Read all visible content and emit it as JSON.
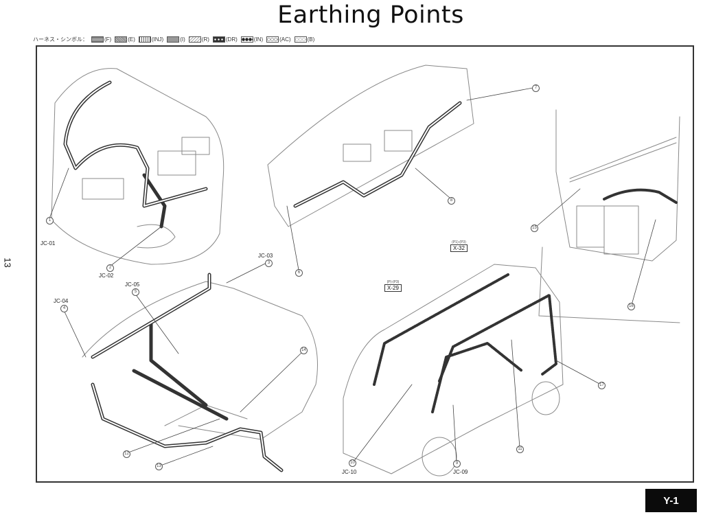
{
  "title": "Earthing Points",
  "page_number": "13",
  "page_badge": "Y-1",
  "legend": {
    "label": "ハーネス・シンボル：",
    "items": [
      {
        "code": "(F)",
        "style": "f"
      },
      {
        "code": "(E)",
        "style": "e"
      },
      {
        "code": "(INJ)",
        "style": "inj"
      },
      {
        "code": "(I)",
        "style": "i"
      },
      {
        "code": "(R)",
        "style": "r"
      },
      {
        "code": "(DR)",
        "style": "dr"
      },
      {
        "code": "(IN)",
        "style": "in"
      },
      {
        "code": "(AC)",
        "style": "ac"
      },
      {
        "code": "(B)",
        "style": "b"
      }
    ]
  },
  "callouts": {
    "c1": {
      "num": "1",
      "label": "JC-01"
    },
    "c2": {
      "num": "2",
      "label": "JC-02"
    },
    "c3": {
      "num": "3",
      "label": "JC-03"
    },
    "c4": {
      "num": "4",
      "label": "JC-04"
    },
    "c5": {
      "num": "5",
      "label": "JC-05"
    },
    "c6": {
      "num": "6"
    },
    "c7": {
      "num": "7"
    },
    "c8": {
      "num": "8"
    },
    "c9": {
      "num": "9",
      "label": "JC-09"
    },
    "c10": {
      "num": "10",
      "label": "JC-10"
    },
    "c11": {
      "num": "11"
    },
    "c12": {
      "num": "12"
    },
    "c13": {
      "num": "13"
    },
    "c14": {
      "num": "14"
    },
    "c15": {
      "num": "15"
    },
    "c16": {
      "num": "16"
    },
    "c17": {
      "num": "17"
    }
  },
  "connectors": {
    "x32": {
      "code": "X-32",
      "pins": "(P1)-(P3)"
    },
    "x29": {
      "code": "X-29",
      "pins": "(P)-(P3)"
    }
  }
}
